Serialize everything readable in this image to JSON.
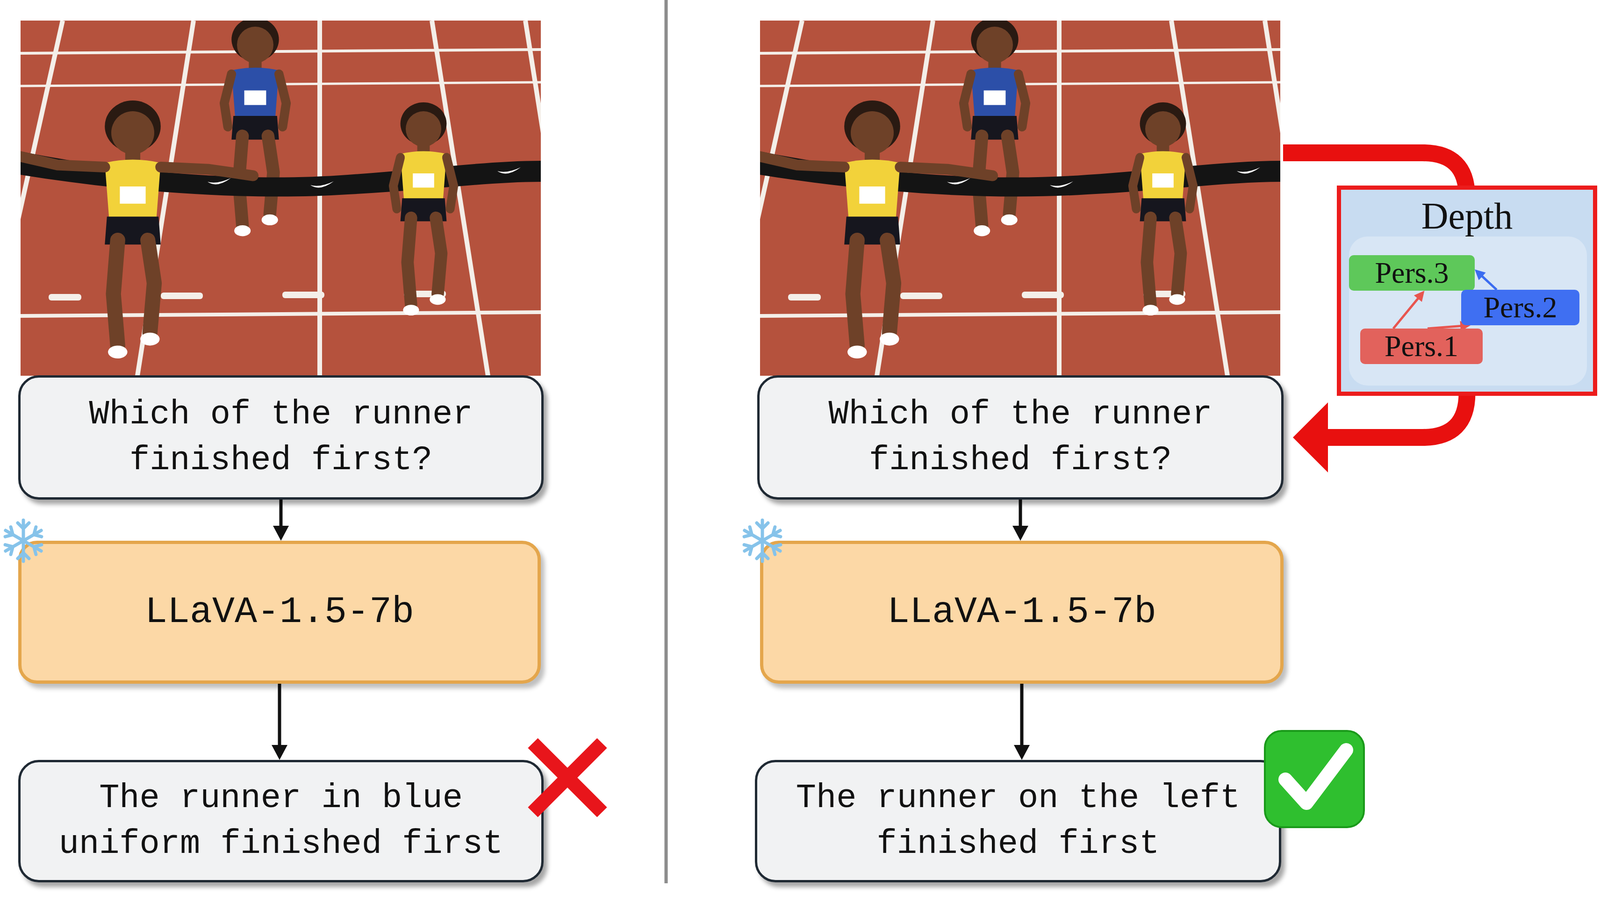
{
  "diagram": {
    "nodes": [
      {
        "text": [
          "Which of the runner finished first?"
        ]
      },
      {
        "text": [
          "LLaVA-1.5-7b"
        ]
      },
      {
        "text": [
          "The runner in blue uniform finished first"
        ]
      },
      {
        "text": [
          "Which of the runner finished first?"
        ]
      },
      {
        "text": [
          "LLaVA-1.5-7b"
        ]
      },
      {
        "text": [
          "The runner on the left finished first"
        ]
      },
      {
        "text": [
          "Depth"
        ]
      },
      {
        "text": [
          "Pers.3"
        ],
        "in": 6
      },
      {
        "text": [
          "Pers.2"
        ],
        "in": 6
      },
      {
        "text": [
          "Pers.1"
        ],
        "in": 6
      }
    ],
    "edges": [
      {
        "from": 0,
        "to": 1,
        "arrow": "to"
      },
      {
        "from": 1,
        "to": 2,
        "arrow": "to"
      },
      {
        "from": 3,
        "to": 4,
        "arrow": "to"
      },
      {
        "from": 4,
        "to": 5,
        "arrow": "to"
      },
      {
        "from": 6,
        "to": 3,
        "arrow": "to"
      },
      {
        "from": 9,
        "to": 7,
        "arrow": "to"
      },
      {
        "from": 9,
        "to": 8,
        "arrow": "to"
      },
      {
        "from": 8,
        "to": 7,
        "arrow": "to"
      }
    ]
  }
}
